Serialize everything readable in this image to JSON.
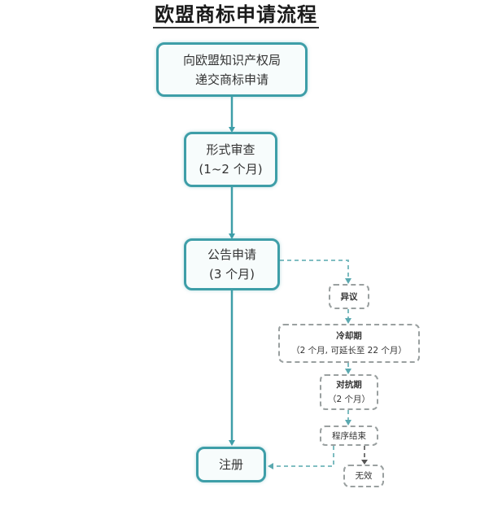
{
  "title": "欧盟商标申请流程",
  "colors": {
    "main_border": "#3e9ea8",
    "main_line": "#3e9ea8",
    "dashed_border": "#9aa0a0",
    "dashed_line": "#6fb5ba"
  },
  "main_flow": [
    {
      "id": "submit",
      "line1": "向欧盟知识产权局",
      "line2": "递交商标申请"
    },
    {
      "id": "formal_exam",
      "line1": "形式审查",
      "line2": "(1~2 个月)"
    },
    {
      "id": "publication",
      "line1": "公告申请",
      "line2": "(3 个月)"
    },
    {
      "id": "registration",
      "line1": "注册",
      "line2": ""
    }
  ],
  "opposition_flow": [
    {
      "id": "opposition",
      "line1": "异议",
      "line2": ""
    },
    {
      "id": "cooling_off",
      "line1": "冷却期",
      "line2": "（2 个月, 可延长至 22 个月）"
    },
    {
      "id": "adversarial",
      "line1": "对抗期",
      "line2": "（2 个月）"
    },
    {
      "id": "proceedings_end",
      "line1": "程序结束",
      "line2": ""
    },
    {
      "id": "invalid",
      "line1": "无效",
      "line2": ""
    }
  ]
}
